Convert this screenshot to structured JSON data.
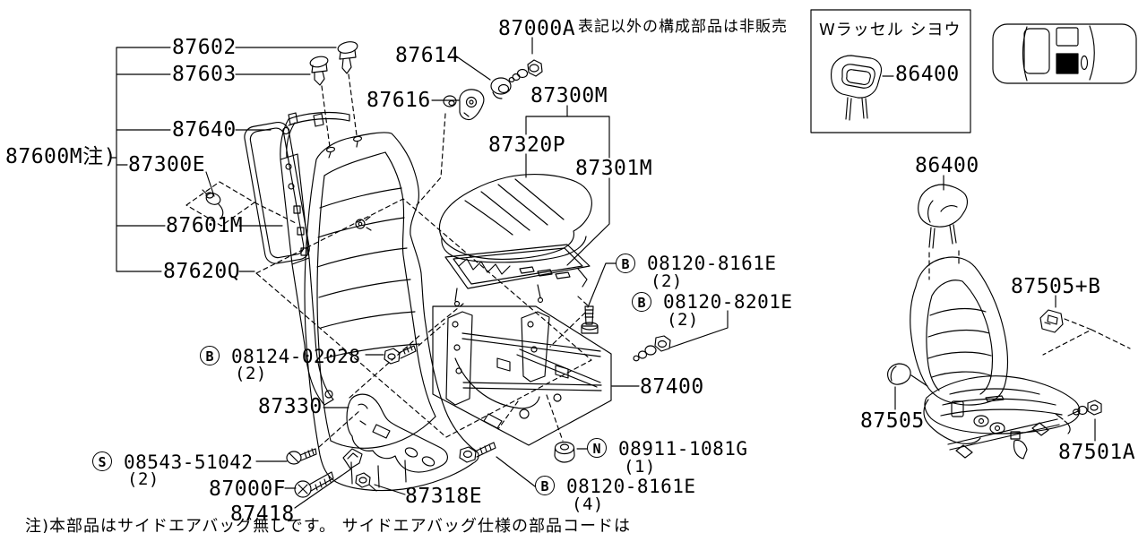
{
  "notes": {
    "top": "表記以外の構成部品は非販売",
    "bottom": "注)本部品はサイドエアバッグ無しです。 サイドエアバッグ仕様の部品コードは"
  },
  "inset": {
    "usage_label": "Wラッセル シヨウ",
    "part": "86400"
  },
  "parts": {
    "p87602": "87602",
    "p87603": "87603",
    "p87640": "87640",
    "p87600m": "87600M注)",
    "p87300e": "87300E",
    "p87601m": "87601M",
    "p87620q": "87620Q",
    "p87614": "87614",
    "p87616": "87616",
    "p87000a": "87000A",
    "p87300m": "87300M",
    "p87320p": "87320P",
    "p87301m": "87301M",
    "p87400": "87400",
    "p87330": "87330",
    "p87000f": "87000F",
    "p87418": "87418",
    "p87318e": "87318E",
    "p86400": "86400",
    "p87505b": "87505+B",
    "p87505": "87505",
    "p87501a": "87501A"
  },
  "fasteners": {
    "b8161_upper": {
      "prefix": "B",
      "code": "08120-8161E",
      "qty": "(2)"
    },
    "b8201": {
      "prefix": "B",
      "code": "08120-8201E",
      "qty": "(2)"
    },
    "b08124": {
      "prefix": "B",
      "code": "08124-02028",
      "qty": "(2)"
    },
    "s08543": {
      "prefix": "S",
      "code": "08543-51042",
      "qty": "(2)"
    },
    "n08911": {
      "prefix": "N",
      "code": "08911-1081G",
      "qty": "(1)"
    },
    "b8161_lower": {
      "prefix": "B",
      "code": "08120-8161E",
      "qty": "(4)"
    }
  }
}
